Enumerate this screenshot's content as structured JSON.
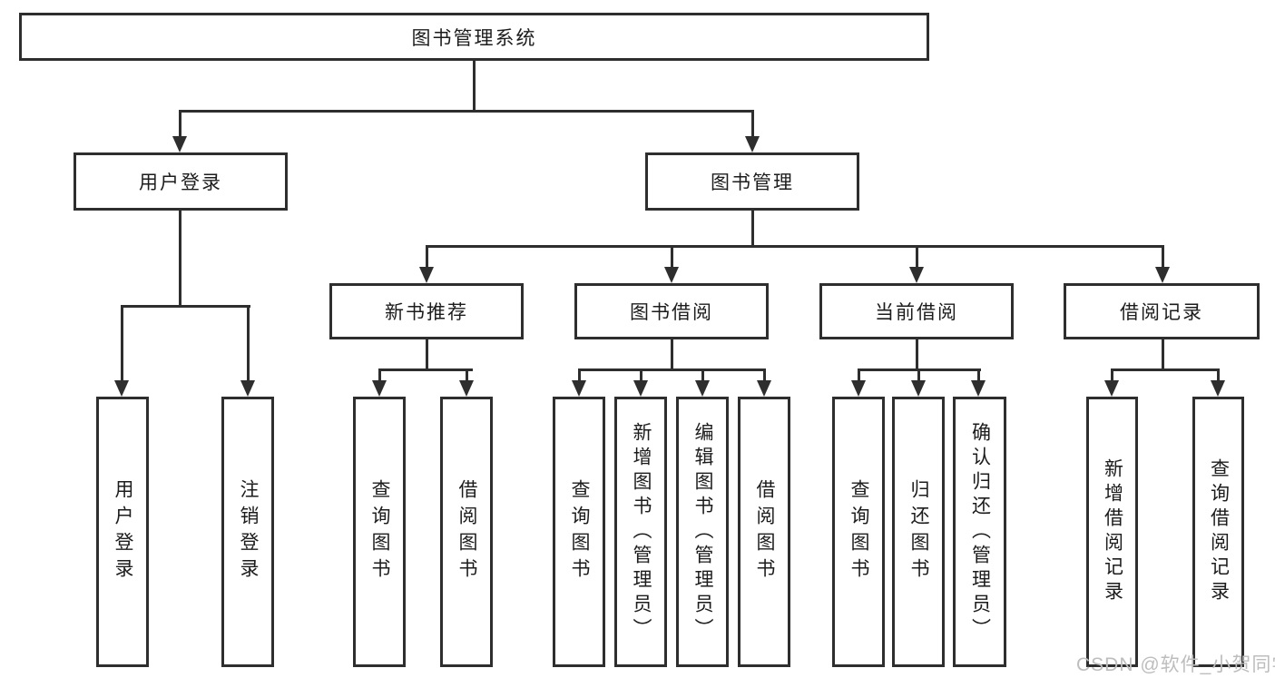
{
  "diagram": {
    "title_node": {
      "label": "图书管理系统"
    },
    "level2": [
      {
        "id": "user-login",
        "label": "用户登录"
      },
      {
        "id": "book-management",
        "label": "图书管理"
      }
    ],
    "level3": [
      {
        "id": "new-book-recommend",
        "label": "新书推荐",
        "parent": "图书管理"
      },
      {
        "id": "book-borrowing",
        "label": "图书借阅",
        "parent": "图书管理"
      },
      {
        "id": "current-borrowing",
        "label": "当前借阅",
        "parent": "图书管理"
      },
      {
        "id": "borrow-records",
        "label": "借阅记录",
        "parent": "图书管理"
      }
    ],
    "leaves": {
      "user_login": [
        {
          "label": "用户登录"
        },
        {
          "label": "注销登录"
        }
      ],
      "new_book_recommend": [
        {
          "label": "查询图书"
        },
        {
          "label": "借阅图书"
        }
      ],
      "book_borrowing": [
        {
          "label": "查询图书"
        },
        {
          "label": "新增图书（管理员）"
        },
        {
          "label": "编辑图书（管理员）"
        },
        {
          "label": "借阅图书"
        }
      ],
      "current_borrowing": [
        {
          "label": "查询图书"
        },
        {
          "label": "归还图书"
        },
        {
          "label": "确认归还（管理员）"
        }
      ],
      "borrow_records": [
        {
          "label": "新增借阅记录"
        },
        {
          "label": "查询借阅记录"
        }
      ]
    }
  },
  "watermark": {
    "text": "CSDN @软件_小贺同学"
  },
  "colors": {
    "line": "#2e2e2e",
    "text": "#1c1c1c",
    "watermark": "#bdbdbd",
    "background": "#ffffff"
  }
}
